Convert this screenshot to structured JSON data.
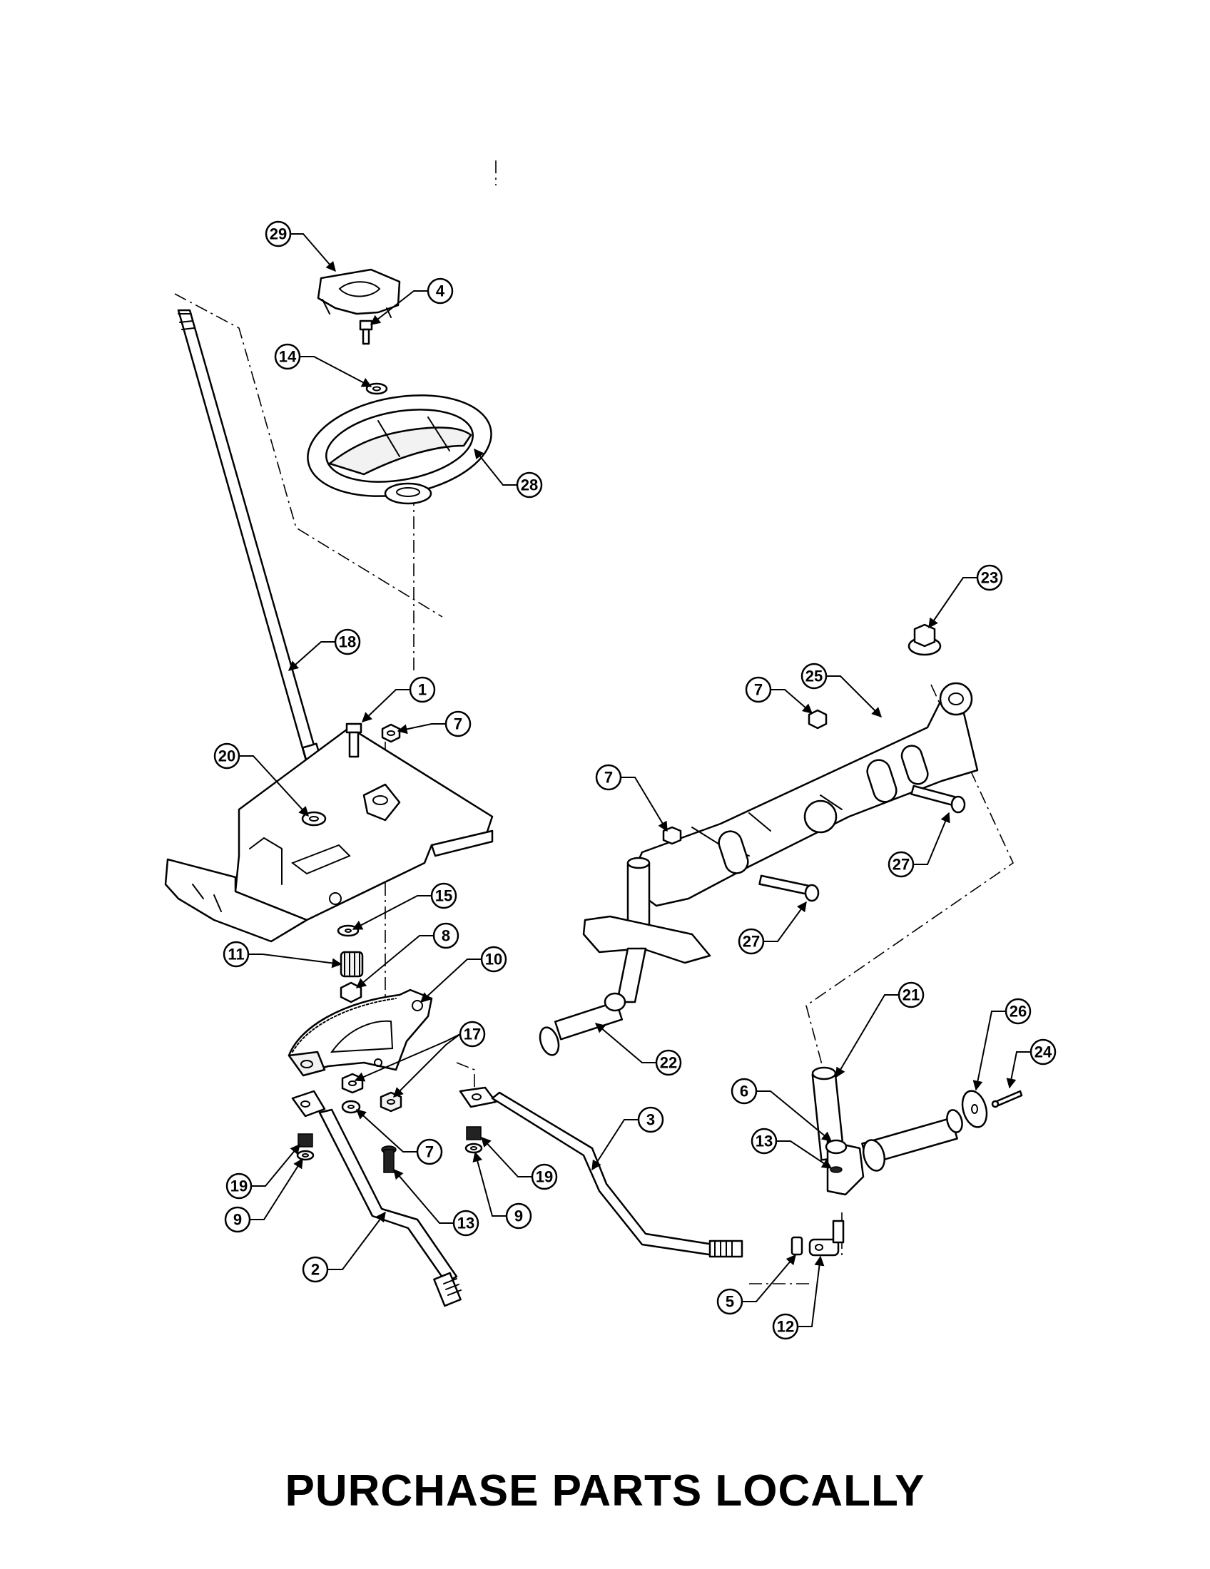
{
  "footer": {
    "note": "PURCHASE PARTS LOCALLY"
  },
  "callouts": [
    {
      "number": "1"
    },
    {
      "number": "2"
    },
    {
      "number": "3"
    },
    {
      "number": "4"
    },
    {
      "number": "5"
    },
    {
      "number": "6"
    },
    {
      "number": "7"
    },
    {
      "number": "7"
    },
    {
      "number": "7"
    },
    {
      "number": "7"
    },
    {
      "number": "8"
    },
    {
      "number": "9"
    },
    {
      "number": "9"
    },
    {
      "number": "10"
    },
    {
      "number": "11"
    },
    {
      "number": "12"
    },
    {
      "number": "13"
    },
    {
      "number": "13"
    },
    {
      "number": "14"
    },
    {
      "number": "15"
    },
    {
      "number": "17"
    },
    {
      "number": "18"
    },
    {
      "number": "19"
    },
    {
      "number": "19"
    },
    {
      "number": "20"
    },
    {
      "number": "21"
    },
    {
      "number": "22"
    },
    {
      "number": "23"
    },
    {
      "number": "24"
    },
    {
      "number": "25"
    },
    {
      "number": "26"
    },
    {
      "number": "27"
    },
    {
      "number": "27"
    },
    {
      "number": "28"
    },
    {
      "number": "29"
    }
  ]
}
